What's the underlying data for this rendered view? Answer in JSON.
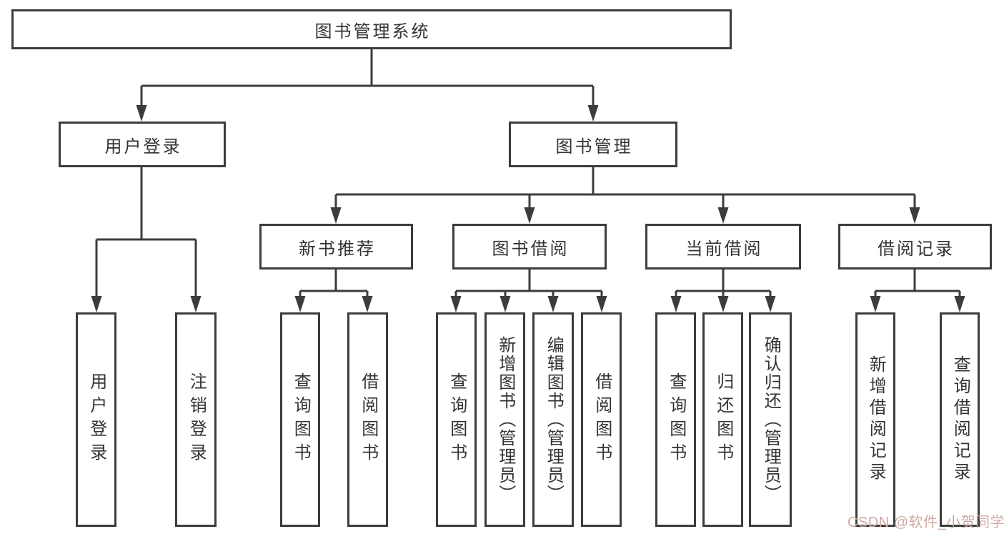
{
  "tree": {
    "label": "图书管理系统",
    "children": [
      {
        "label": "用户登录",
        "children": [
          {
            "label": "用户登录"
          },
          {
            "label": "注销登录"
          }
        ]
      },
      {
        "label": "图书管理",
        "children": [
          {
            "label": "新书推荐",
            "children": [
              {
                "label": "查询图书"
              },
              {
                "label": "借阅图书"
              }
            ]
          },
          {
            "label": "图书借阅",
            "children": [
              {
                "label": "查询图书"
              },
              {
                "label": "新增图书（管理员）"
              },
              {
                "label": "编辑图书（管理员）"
              },
              {
                "label": "借阅图书"
              }
            ]
          },
          {
            "label": "当前借阅",
            "children": [
              {
                "label": "查询图书"
              },
              {
                "label": "归还图书"
              },
              {
                "label": "确认归还（管理员）"
              }
            ]
          },
          {
            "label": "借阅记录",
            "children": [
              {
                "label": "新增借阅记录"
              },
              {
                "label": "查询借阅记录"
              }
            ]
          }
        ]
      }
    ]
  },
  "watermark": {
    "text": "CSDN @软件_小贺同学",
    "color": "#cfa9a4"
  },
  "colors": {
    "line": "#3c3c3c",
    "text": "#333333",
    "background": "#ffffff"
  }
}
